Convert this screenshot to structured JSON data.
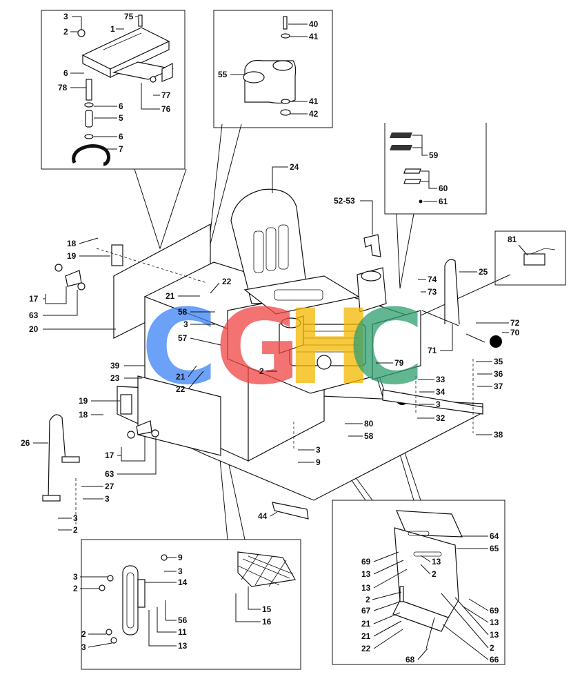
{
  "watermark": {
    "letters": [
      "C",
      "G",
      "H",
      "C"
    ],
    "colors": [
      "#3b82f6",
      "#ef4444",
      "#f5b800",
      "#2f9e6e"
    ]
  },
  "callouts": {
    "c3a": "3",
    "c75": "75",
    "c2a": "2",
    "c1": "1",
    "c6a": "6",
    "c78": "78",
    "c77": "77",
    "c76": "76",
    "c6b": "6",
    "c5": "5",
    "c6c": "6",
    "c7": "7",
    "c40": "40",
    "c41a": "41",
    "c55": "55",
    "c41b": "41",
    "c42": "42",
    "c59": "59",
    "c60": "60",
    "c61": "61",
    "c24": "24",
    "c52": "52-53",
    "c81": "81",
    "c18a": "18",
    "c19a": "19",
    "c17a": "17",
    "c63a": "63",
    "c20": "20",
    "c21a": "21",
    "c22a": "22",
    "c58a": "58",
    "c3b": "3",
    "c57": "57",
    "c74": "74",
    "c73": "73",
    "c25": "25",
    "c72": "72",
    "c70": "70",
    "c71": "71",
    "c39": "39",
    "c23": "23",
    "c21b": "21",
    "c22b": "22",
    "c2b": "2",
    "c79": "79",
    "c35": "35",
    "c36": "36",
    "c37": "37",
    "c33": "33",
    "c34": "34",
    "c3c": "3",
    "c32": "32",
    "c19b": "19",
    "c18b": "18",
    "c26": "26",
    "c17b": "17",
    "c63b": "63",
    "c80": "80",
    "c58b": "58",
    "c3d": "3",
    "c9a": "9",
    "c38": "38",
    "c27": "27",
    "c3e": "3",
    "c3f": "3",
    "c2c": "2",
    "c44": "44",
    "c9b": "9",
    "c3g": "3",
    "c3h": "3",
    "c14": "14",
    "c2d": "2",
    "c56": "56",
    "c11": "11",
    "c2e": "2",
    "c3i": "3",
    "c13a": "13",
    "c15": "15",
    "c16": "16",
    "c64": "64",
    "c65": "65",
    "c69a": "69",
    "c13b": "13",
    "c13c": "13",
    "c2f": "2",
    "c13d": "13",
    "c2g": "2",
    "c67": "67",
    "c21c": "21",
    "c21d": "21",
    "c22c": "22",
    "c69b": "69",
    "c13e": "13",
    "c13f": "13",
    "c2h": "2",
    "c68": "68",
    "c66": "66"
  }
}
